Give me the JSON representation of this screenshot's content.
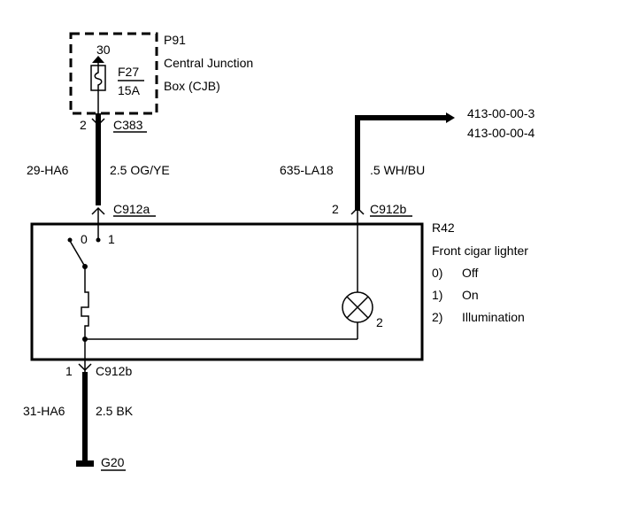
{
  "junction_box": {
    "id": "P91",
    "name_line1": "Central Junction",
    "name_line2": "Box (CJB)",
    "terminal": "30",
    "fuse_id": "F27",
    "fuse_rating": "15A"
  },
  "top_connector": {
    "pin": "2",
    "id": "C383"
  },
  "left_wire": {
    "circuit": "29-HA6",
    "spec": "2.5 OG/YE"
  },
  "right_wire": {
    "circuit": "635-LA18",
    "spec": ".5 WH/BU"
  },
  "references": [
    "413-00-00-3",
    "413-00-00-4"
  ],
  "component_connectors": {
    "left": {
      "id": "C912a"
    },
    "right": {
      "pin": "2",
      "id": "C912b"
    },
    "bottom": {
      "pin": "1",
      "id": "C912b"
    }
  },
  "switch": {
    "pos0": "0",
    "pos1": "1"
  },
  "lamp_pin": "2",
  "component": {
    "id": "R42",
    "name": "Front cigar lighter",
    "states": [
      {
        "key": "0)",
        "label": "Off"
      },
      {
        "key": "1)",
        "label": "On"
      },
      {
        "key": "2)",
        "label": "Illumination"
      }
    ]
  },
  "ground_wire": {
    "circuit": "31-HA6",
    "spec": "2.5 BK"
  },
  "ground": {
    "id": "G20"
  }
}
